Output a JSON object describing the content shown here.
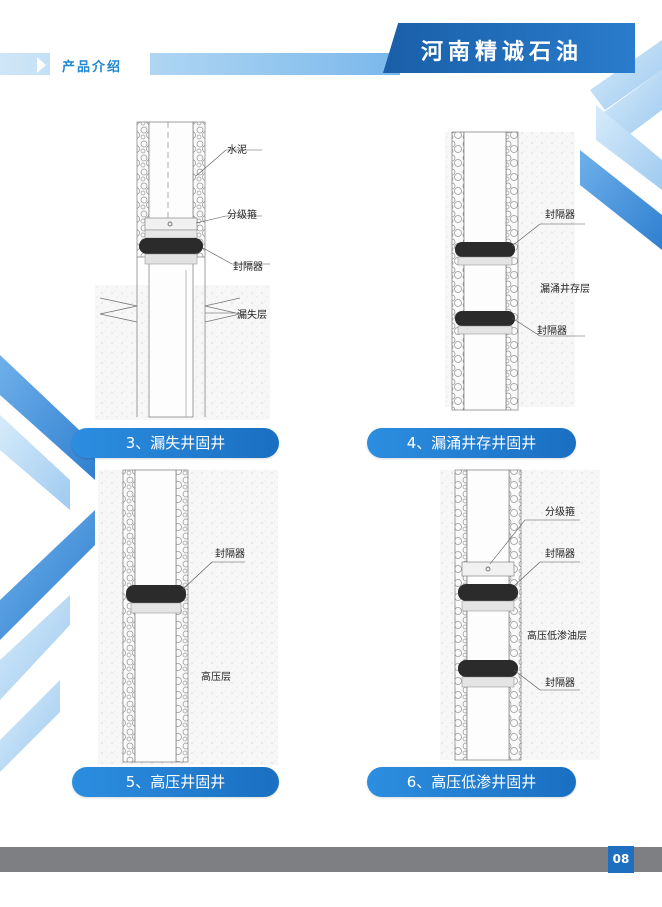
{
  "header": {
    "section": "产品介绍",
    "company": "河南精诚石油"
  },
  "panels": [
    {
      "caption": "3、漏失井固井",
      "labels": [
        "水泥",
        "分级箍",
        "封隔器",
        "漏失层"
      ]
    },
    {
      "caption": "4、漏涌井存井固井",
      "labels": [
        "封隔器",
        "漏涌井存层",
        "封隔器"
      ]
    },
    {
      "caption": "5、高压井固井",
      "labels": [
        "封隔器",
        "高压层"
      ]
    },
    {
      "caption": "6、高压低渗井固井",
      "labels": [
        "分级箍",
        "封隔器",
        "高压低渗油层",
        "封隔器"
      ]
    }
  ],
  "footer": {
    "page": "08"
  },
  "colors": {
    "accent": "#1f6fc0",
    "light_blue": "#79b7ec",
    "footer_gray": "#7d7f82"
  }
}
